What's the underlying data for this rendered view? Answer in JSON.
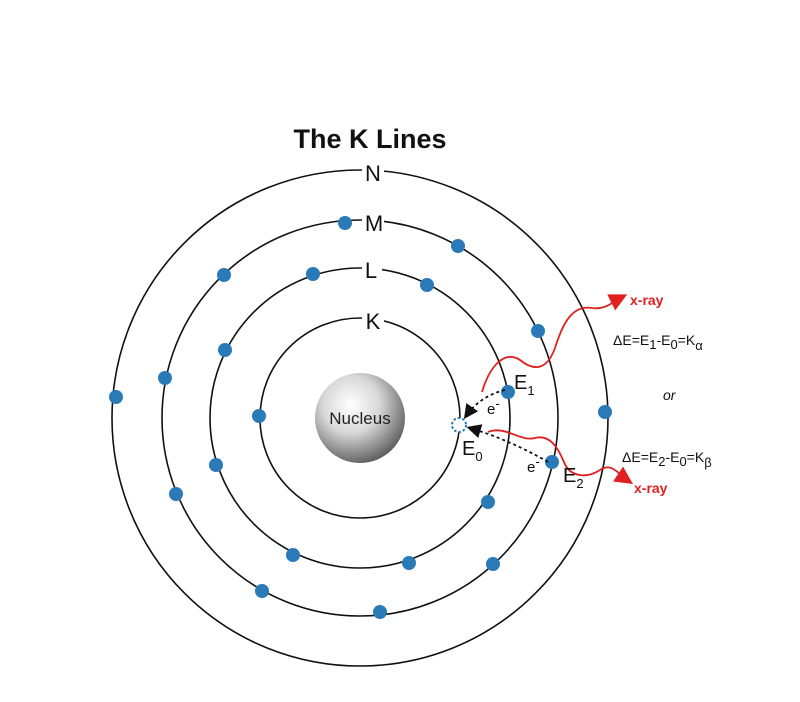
{
  "title": "The K Lines",
  "shells": {
    "N": "N",
    "M": "M",
    "L": "L",
    "K": "K"
  },
  "nucleus": "Nucleus",
  "energy_levels": {
    "e1": "E",
    "e1_sub": "1",
    "e0": "E",
    "e0_sub": "0",
    "e2": "E",
    "e2_sub": "2"
  },
  "electron_labels": {
    "upper": "e",
    "lower": "e",
    "charge": "-"
  },
  "transitions": {
    "xray_label_top": "x-ray",
    "xray_label_bottom": "x-ray",
    "or": "or",
    "k_alpha": {
      "prefix": "ΔE=E",
      "s1": "1",
      "mid": "-E",
      "s2": "0",
      "eq": "=K",
      "sym": "α"
    },
    "k_beta": {
      "prefix": "ΔE=E",
      "s1": "2",
      "mid": "-E",
      "s2": "0",
      "eq": "=K",
      "sym": "β"
    }
  },
  "colors": {
    "electron": "#2a7ab8",
    "xray": "#e02020",
    "orbit": "#111111",
    "vacancy": "#2a7ab8"
  }
}
